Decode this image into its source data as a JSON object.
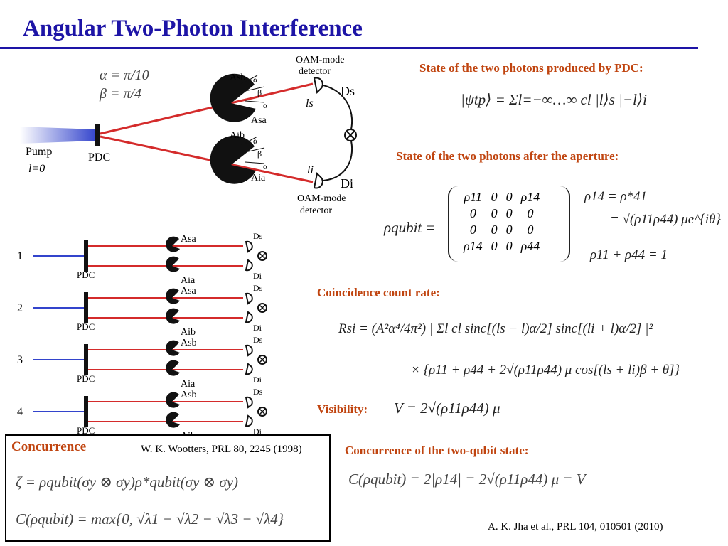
{
  "slide": {
    "title": "Angular Two-Photon Interference"
  },
  "setup": {
    "alpha_eq": "α = π/10",
    "beta_eq": "β = π/4",
    "pump": "Pump",
    "pump_l": "l=0",
    "pdc": "PDC",
    "oam_detector_top": [
      "OAM-mode",
      "detector"
    ],
    "oam_detector_bottom": [
      "OAM-mode",
      "detector"
    ],
    "detector_s": "Ds",
    "detector_i": "Di",
    "ls": "ls",
    "li": "li",
    "aperture_sb": "Asb",
    "aperture_sa": "Asa",
    "aperture_ib": "Aib",
    "aperture_ia": "Aia",
    "alpha": "α",
    "beta": "β"
  },
  "configs": [
    {
      "num": "1",
      "pdc": "PDC",
      "top": "Asa",
      "bottom": "Aia",
      "ds": "Ds",
      "di": "Di"
    },
    {
      "num": "2",
      "pdc": "PDC",
      "top": "Asa",
      "bottom": "Aib",
      "ds": "Ds",
      "di": "Di"
    },
    {
      "num": "3",
      "pdc": "PDC",
      "top": "Asb",
      "bottom": "Aia",
      "ds": "Ds",
      "di": "Di"
    },
    {
      "num": "4",
      "pdc": "PDC",
      "top": "Asb",
      "bottom": "Aib",
      "ds": "Ds",
      "di": "Di"
    }
  ],
  "sections": {
    "state_pdc": "State of the two photons produced by PDC:",
    "state_pdc_eq": "|ψtp⟩ = Σl=−∞…∞ cl |l⟩s |−l⟩i",
    "state_aperture": "State of the two photons after the aperture:",
    "rho_lhs": "ρqubit =",
    "matrix": [
      [
        "ρ11",
        "0",
        "0",
        "ρ14"
      ],
      [
        "0",
        "0",
        "0",
        "0"
      ],
      [
        "0",
        "0",
        "0",
        "0"
      ],
      [
        "ρ14",
        "0",
        "0",
        "ρ44"
      ]
    ],
    "rho14_a": "ρ14 = ρ*41",
    "rho14_b": "= √(ρ11ρ44) μe^{iθ}",
    "rho_sum": "ρ11 + ρ44 = 1",
    "coincidence": "Coincidence count rate:",
    "rsi_eq": "Rsi = (A²α⁴/4π²) | Σl cl sinc[(ls − l)α/2] sinc[(li + l)α/2] |²",
    "rsi_eq2": "× {ρ11 + ρ44 + 2√(ρ11ρ44) μ cos[(ls + li)β + θ]}",
    "visibility": "Visibility:",
    "visibility_eq": "V = 2√(ρ11ρ44) μ",
    "concurrence_box": "Concurrence",
    "wootters_ref": "W. K. Wootters, PRL 80, 2245 (1998)",
    "zeta_eq": "ζ = ρqubit(σy ⊗ σy)ρ*qubit(σy ⊗ σy)",
    "c_max_eq": "C(ρqubit) = max{0, √λ1 − √λ2 − √λ3 − √λ4}",
    "concurrence_two": "Concurrence of the two-qubit state:",
    "c_two_eq": "C(ρqubit) = 2|ρ14| = 2√(ρ11ρ44) μ  = V",
    "jha_ref": "A. K. Jha et al., PRL 104, 010501 (2010)"
  },
  "colors": {
    "title": "#1d14a6",
    "header": "#c0440f",
    "beam": "#d42b2b",
    "pump": "#3344cc"
  }
}
